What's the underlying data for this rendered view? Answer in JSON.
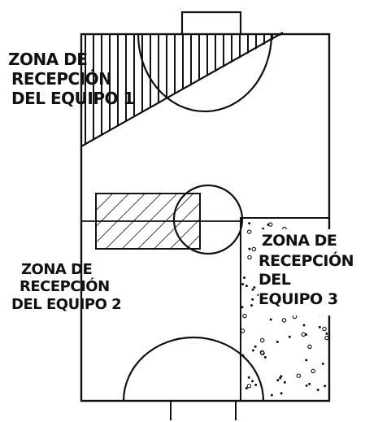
{
  "colors": {
    "ink": "#111111",
    "background": "#ffffff"
  },
  "zones": [
    {
      "id": "team1",
      "lines": [
        "ZONA DE",
        "RECEPCIÓN",
        "DEL EQUIPO 1"
      ],
      "fill": "vertical-hatch"
    },
    {
      "id": "team2",
      "lines": [
        "ZONA DE",
        "RECEPCIÓN",
        "DEL EQUIPO 2"
      ],
      "fill": "diagonal-hatch"
    },
    {
      "id": "team3",
      "lines": [
        "ZONA DE",
        "RECEPCIÓN",
        "DEL",
        "EQUIPO 3"
      ],
      "fill": "dots"
    }
  ]
}
